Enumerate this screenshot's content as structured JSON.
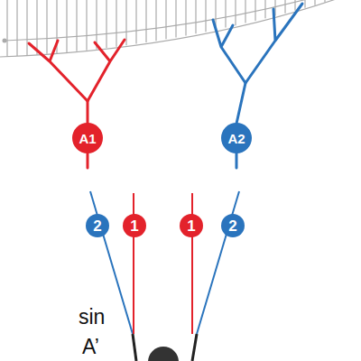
{
  "diagram": {
    "nodes": [
      {
        "text": [
          "A1"
        ]
      },
      {
        "text": [
          "A2"
        ]
      },
      {
        "text": [
          "2"
        ]
      },
      {
        "text": [
          "1"
        ]
      },
      {
        "text": [
          "1"
        ]
      },
      {
        "text": [
          "2"
        ]
      }
    ],
    "labels": [
      "sin",
      "A’"
    ]
  }
}
